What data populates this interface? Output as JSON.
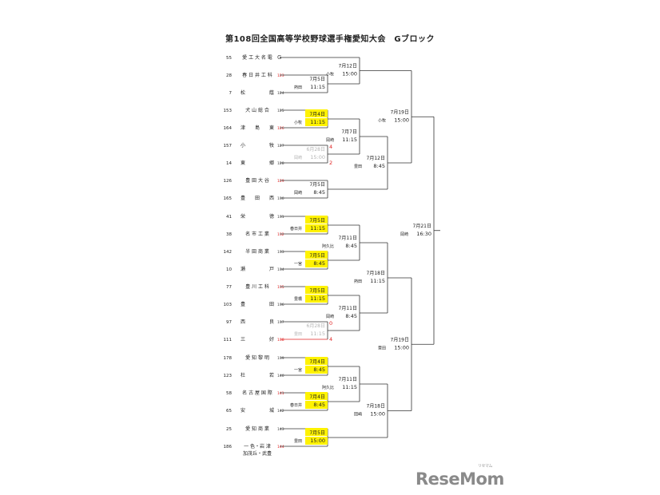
{
  "title": "第108回全国高等学校野球選手権愛知大会　Gブロック",
  "logo": {
    "text": "ReseMom",
    "sub": "リセマム"
  },
  "teams": [
    {
      "seed": "55",
      "name": "愛 工 大 名 電",
      "num": "G",
      "red": false
    },
    {
      "seed": "28",
      "name": "春 日 井 工 科",
      "num": "123",
      "red": true
    },
    {
      "seed": "7",
      "name": "松　　　　　蔭",
      "num": "124",
      "red": false
    },
    {
      "seed": "153",
      "name": "犬 山 総 合",
      "num": "125",
      "red": false
    },
    {
      "seed": "164",
      "name": "津　　島　　東",
      "num": "126",
      "red": true
    },
    {
      "seed": "157",
      "name": "小　　　　　牧",
      "num": "127",
      "red": false
    },
    {
      "seed": "14",
      "name": "東　　　　　郷",
      "num": "128",
      "red": false
    },
    {
      "seed": "126",
      "name": "豊 田 大 谷",
      "num": "129",
      "red": true
    },
    {
      "seed": "165",
      "name": "豊　　田　　西",
      "num": "130",
      "red": false
    },
    {
      "seed": "41",
      "name": "栄　　　　　徳",
      "num": "131",
      "red": false
    },
    {
      "seed": "38",
      "name": "名 市 工 業",
      "num": "132",
      "red": true
    },
    {
      "seed": "142",
      "name": "半 田 商 業",
      "num": "133",
      "red": false
    },
    {
      "seed": "10",
      "name": "瀬　　　　　戸",
      "num": "134",
      "red": false
    },
    {
      "seed": "77",
      "name": "豊 川 工 科",
      "num": "135",
      "red": true
    },
    {
      "seed": "103",
      "name": "豊　　　　　田",
      "num": "136",
      "red": false
    },
    {
      "seed": "97",
      "name": "西　　　　　良",
      "num": "137",
      "red": false
    },
    {
      "seed": "111",
      "name": "三　　　　　好",
      "num": "138",
      "red": true
    },
    {
      "seed": "178",
      "name": "愛 知 黎 明",
      "num": "139",
      "red": false
    },
    {
      "seed": "123",
      "name": "杜　　　　　若",
      "num": "140",
      "red": false
    },
    {
      "seed": "58",
      "name": "名 古 屋 国 際",
      "num": "141",
      "red": true
    },
    {
      "seed": "65",
      "name": "安　　　　　城",
      "num": "142",
      "red": false
    },
    {
      "seed": "25",
      "name": "愛 知 商 業",
      "num": "143",
      "red": false
    },
    {
      "seed": "186",
      "name": "一 色・岩 津",
      "name2": "加茂丘・武豊",
      "num": "144",
      "red": true
    }
  ],
  "matches": [
    {
      "date": "7月12日",
      "venue": "小牧",
      "time": "15:00",
      "highlight": false,
      "gray": false
    },
    {
      "date": "7月5日",
      "venue": "熱田",
      "time": "11:15",
      "highlight": false,
      "gray": false
    },
    {
      "date": "7月19日",
      "venue": "小牧",
      "time": "15:00",
      "highlight": false,
      "gray": false
    },
    {
      "date": "7月4日",
      "venue": "小牧",
      "time": "11:15",
      "highlight": true,
      "gray": false
    },
    {
      "date": "7月7日",
      "venue": "岡崎",
      "time": "11:15",
      "highlight": false,
      "gray": false
    },
    {
      "date": "6月28日",
      "venue": "岡崎",
      "time": "15:00",
      "highlight": false,
      "gray": true,
      "score_top": "4",
      "score_bottom": "2"
    },
    {
      "date": "7月12日",
      "venue": "豊田",
      "time": "8:45",
      "highlight": false,
      "gray": false
    },
    {
      "date": "7月5日",
      "venue": "岡崎",
      "time": "8:45",
      "highlight": false,
      "gray": false
    },
    {
      "date": "7月21日",
      "venue": "岡崎",
      "time": "16:30",
      "highlight": false,
      "gray": false
    },
    {
      "date": "7月5日",
      "venue": "春日井",
      "time": "11:15",
      "highlight": true,
      "gray": false
    },
    {
      "date": "7月11日",
      "venue": "阿久比",
      "time": "8:45",
      "highlight": false,
      "gray": false
    },
    {
      "date": "7月5日",
      "venue": "一宮",
      "time": "8:45",
      "highlight": true,
      "gray": false
    },
    {
      "date": "7月18日",
      "venue": "熱田",
      "time": "11:15",
      "highlight": false,
      "gray": false
    },
    {
      "date": "7月5日",
      "venue": "豊橋",
      "time": "11:15",
      "highlight": true,
      "gray": false
    },
    {
      "date": "7月11日",
      "venue": "岡崎",
      "time": "8:45",
      "highlight": false,
      "gray": false
    },
    {
      "date": "6月28日",
      "venue": "豊田",
      "time": "11:15",
      "highlight": false,
      "gray": true,
      "score_top": "0",
      "score_bottom": "4"
    },
    {
      "date": "7月19日",
      "venue": "豊田",
      "time": "15:00",
      "highlight": false,
      "gray": false
    },
    {
      "date": "7月4日",
      "venue": "一宮",
      "time": "8:45",
      "highlight": true,
      "gray": false
    },
    {
      "date": "7月11日",
      "venue": "阿久比",
      "time": "11:15",
      "highlight": false,
      "gray": false
    },
    {
      "date": "7月4日",
      "venue": "春日井",
      "time": "8:45",
      "highlight": true,
      "gray": false
    },
    {
      "date": "7月18日",
      "venue": "岡崎",
      "time": "15:00",
      "highlight": false,
      "gray": false
    },
    {
      "date": "7月5日",
      "venue": "豊田",
      "time": "15:00",
      "highlight": true,
      "gray": false
    }
  ],
  "colors": {
    "line": "#333333",
    "red": "#e02020",
    "highlight": "#fff200",
    "gray": "#b5b5b5"
  }
}
